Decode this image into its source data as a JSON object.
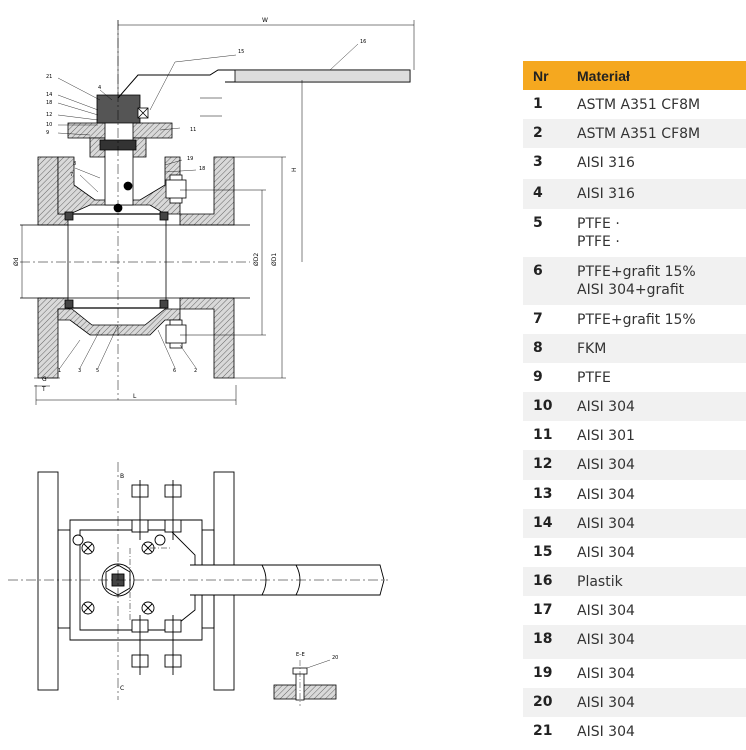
{
  "table": {
    "header": {
      "nr": "Nr",
      "material": "Materiał"
    },
    "rows": [
      {
        "nr": "1",
        "material": [
          "ASTM A351 CF8M"
        ]
      },
      {
        "nr": "2",
        "material": [
          "ASTM A351 CF8M"
        ]
      },
      {
        "nr": "3",
        "material": [
          "AISI 316"
        ]
      },
      {
        "nr": "4",
        "material": [
          "AISI 316"
        ]
      },
      {
        "nr": "5",
        "material": [
          "PTFE ·",
          "PTFE ·"
        ]
      },
      {
        "nr": "6",
        "material": [
          "PTFE+grafit 15%",
          "AISI 304+grafit"
        ]
      },
      {
        "nr": "7",
        "material": [
          "PTFE+grafit 15%"
        ]
      },
      {
        "nr": "8",
        "material": [
          "FKM"
        ]
      },
      {
        "nr": "9",
        "material": [
          "PTFE"
        ]
      },
      {
        "nr": "10",
        "material": [
          "AISI 304"
        ]
      },
      {
        "nr": "11",
        "material": [
          "AISI 301"
        ]
      },
      {
        "nr": "12",
        "material": [
          "AISI 304"
        ]
      },
      {
        "nr": "13",
        "material": [
          "AISI 304"
        ]
      },
      {
        "nr": "14",
        "material": [
          "AISI 304"
        ]
      },
      {
        "nr": "15",
        "material": [
          "AISI 304"
        ]
      },
      {
        "nr": "16",
        "material": [
          "Plastik"
        ]
      },
      {
        "nr": "17",
        "material": [
          "AISI 304"
        ]
      },
      {
        "nr": "18",
        "material": [
          "AISI 304"
        ]
      },
      {
        "nr": "19",
        "material": [
          "AISI 304"
        ]
      },
      {
        "nr": "20",
        "material": [
          "AISI 304"
        ]
      },
      {
        "nr": "21",
        "material": [
          "AISI 304"
        ]
      }
    ]
  },
  "drawing": {
    "dimensions": {
      "w": "W",
      "h": "H",
      "l": "L",
      "t": "T",
      "g": "G",
      "d": "Ød",
      "d1": "ØD1",
      "d2": "ØD2"
    },
    "section_labels": {
      "b": "B",
      "c": "C",
      "ee": "E–E"
    },
    "part_callouts": [
      "1",
      "2",
      "3",
      "4",
      "5",
      "6",
      "7",
      "8",
      "9",
      "10",
      "11",
      "12",
      "14",
      "15",
      "16",
      "17",
      "18",
      "19",
      "20",
      "21"
    ]
  },
  "colors": {
    "header_bg": "#f5a81f",
    "stripe_bg": "#f1f1f1",
    "line": "#000000",
    "hatch": "#888888"
  }
}
